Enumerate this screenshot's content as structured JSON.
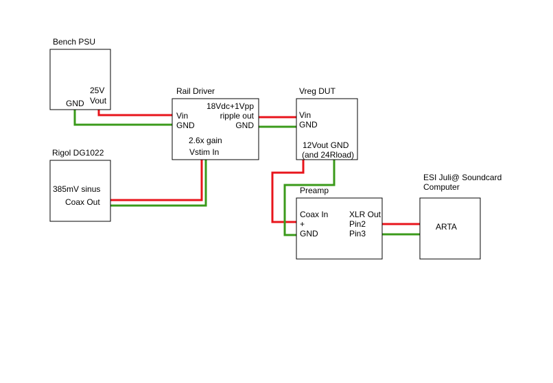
{
  "colors": {
    "signal": "#e8141b",
    "ground": "#3a9a1a",
    "outline": "#000000"
  },
  "blocks": {
    "bench_psu": {
      "title": "Bench PSU",
      "gnd": "GND",
      "v25": "25V",
      "vout": "Vout"
    },
    "rail_driver": {
      "title": "Rail Driver",
      "spec": "18Vdc+1Vpp",
      "ripple_out": "ripple out",
      "gnd_right": "GND",
      "vin": "Vin",
      "gnd_left": "GND",
      "gain": "2.6x gain",
      "vstim_in": "Vstim In"
    },
    "vreg_dut": {
      "title": "Vreg DUT",
      "vin": "Vin",
      "gnd": "GND",
      "out_line1": "12Vout GND",
      "out_line2": "(and 24Rload)"
    },
    "rigol": {
      "title": "Rigol DG1022",
      "signal": "385mV sinus",
      "coax_out": "Coax Out"
    },
    "preamp": {
      "title": "Preamp",
      "coax_in": "Coax In",
      "plus": "+",
      "gnd": "GND",
      "xlr_out": "XLR Out",
      "pin2": "Pin2",
      "pin3": "Pin3"
    },
    "computer": {
      "title_line1": "ESI Juli@ Soundcard",
      "title_line2": "Computer",
      "app": "ARTA"
    }
  }
}
